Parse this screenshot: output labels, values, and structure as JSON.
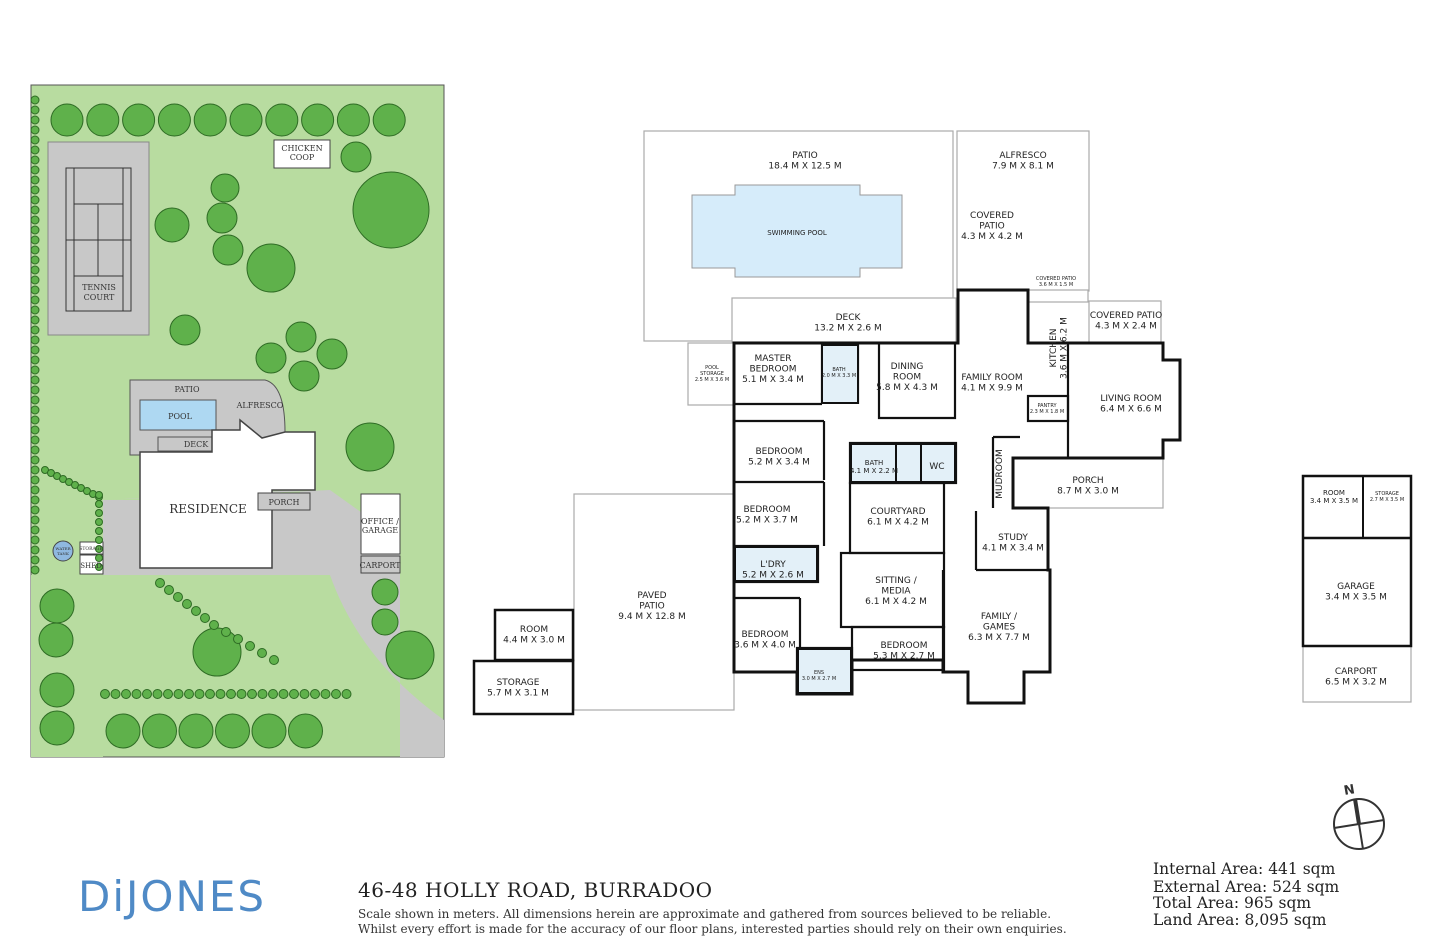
{
  "colors": {
    "lawn": "#b8dca0",
    "tree": "#5fb14b",
    "paving": "#c8c8c8",
    "pool": "#aed8f2",
    "wet_area": "#e3f0f8",
    "brand": "#4f8ac6"
  },
  "site_plan": {
    "labels": {
      "chicken_coop": [
        "CHICKEN",
        "COOP"
      ],
      "tennis_court": [
        "TENNIS",
        "COURT"
      ],
      "patio": "PATIO",
      "pool": "POOL",
      "alfresco": "ALFRESCO",
      "deck": "DECK",
      "residence": "RESIDENCE",
      "porch": "PORCH",
      "office_garage": [
        "OFFICE /",
        "GARAGE"
      ],
      "carport": "CARPORT",
      "water_tank": [
        "WATER",
        "TANK"
      ],
      "storage": "STORAGE",
      "shed": "SHED"
    }
  },
  "floor_plan": {
    "rooms": [
      {
        "name": [
          "PATIO"
        ],
        "dims": "18.4 M X 12.5 M"
      },
      {
        "name": [
          "SWIMMING POOL"
        ],
        "dims": ""
      },
      {
        "name": [
          "ALFRESCO"
        ],
        "dims": "7.9 M X 8.1 M"
      },
      {
        "name": [
          "COVERED",
          "PATIO"
        ],
        "dims": "4.3 M X 4.2 M"
      },
      {
        "name": [
          "COVERED PATIO"
        ],
        "dims": "3.6 M X 1.5 M"
      },
      {
        "name": [
          "DECK"
        ],
        "dims": "13.2 M X 2.6 M"
      },
      {
        "name": [
          "POOL",
          "STORAGE"
        ],
        "dims": "2.5 M X 3.6 M"
      },
      {
        "name": [
          "MASTER",
          "BEDROOM"
        ],
        "dims": "5.1 M X 3.4 M"
      },
      {
        "name": [
          "BATH"
        ],
        "dims": "2.0 M X 3.3 M"
      },
      {
        "name": [
          "DINING",
          "ROOM"
        ],
        "dims": "5.8 M X 4.3 M"
      },
      {
        "name": [
          "FAMILY ROOM"
        ],
        "dims": "4.1 M X 9.9 M"
      },
      {
        "name": [
          "KITCHEN"
        ],
        "dims": "3.6 M X 6.2 M"
      },
      {
        "name": [
          "COVERED PATIO"
        ],
        "dims": "4.3 M X 2.4 M"
      },
      {
        "name": [
          "LIVING ROOM"
        ],
        "dims": "6.4 M X 6.6 M"
      },
      {
        "name": [
          "PANTRY"
        ],
        "dims": "2.3 M X 1.8 M"
      },
      {
        "name": [
          "BEDROOM"
        ],
        "dims": "5.2 M X 3.4 M"
      },
      {
        "name": [
          "BATH"
        ],
        "dims": "4.1 M X 2.2 M"
      },
      {
        "name": [
          "WC"
        ],
        "dims": ""
      },
      {
        "name": [
          "MUDROOM"
        ],
        "dims": ""
      },
      {
        "name": [
          "PORCH"
        ],
        "dims": "8.7 M X 3.0 M"
      },
      {
        "name": [
          "BEDROOM"
        ],
        "dims": "5.2 M X 3.7 M"
      },
      {
        "name": [
          "COURTYARD"
        ],
        "dims": "6.1 M X 4.2 M"
      },
      {
        "name": [
          "STUDY"
        ],
        "dims": "4.1 M X 3.4 M"
      },
      {
        "name": [
          "L'DRY"
        ],
        "dims": "5.2 M X 2.6 M"
      },
      {
        "name": [
          "SITTING /",
          "MEDIA"
        ],
        "dims": "6.1 M X 4.2 M"
      },
      {
        "name": [
          "FAMILY /",
          "GAMES"
        ],
        "dims": "6.3 M X 7.7 M"
      },
      {
        "name": [
          "PAVED",
          "PATIO"
        ],
        "dims": "9.4 M X 12.8 M"
      },
      {
        "name": [
          "ROOM"
        ],
        "dims": "4.4 M X 3.0 M"
      },
      {
        "name": [
          "STORAGE"
        ],
        "dims": "5.7 M X 3.1 M"
      },
      {
        "name": [
          "BEDROOM"
        ],
        "dims": "3.6 M X 4.0 M"
      },
      {
        "name": [
          "BEDROOM"
        ],
        "dims": "5.3 M X 2.7 M"
      },
      {
        "name": [
          "ENS"
        ],
        "dims": "3.0 M X 2.7 M"
      },
      {
        "name": [
          "ROOM"
        ],
        "dims": "3.4 M X 3.5 M"
      },
      {
        "name": [
          "STORAGE"
        ],
        "dims": "2.7 M X 3.5 M"
      },
      {
        "name": [
          "GARAGE"
        ],
        "dims": "3.4 M X 3.5 M"
      },
      {
        "name": [
          "CARPORT"
        ],
        "dims": "6.5 M X 3.2 M"
      }
    ]
  },
  "compass": {
    "label": "N",
    "icon": "north-arrow-icon"
  },
  "footer": {
    "brand": "DiJONES",
    "address": "46-48 HOLLY ROAD, BURRADOO",
    "disclaimer_1": "Scale shown in meters. All dimensions herein are approximate and gathered from sources believed to be reliable.",
    "disclaimer_2": "Whilst every effort is made for the accuracy of our floor plans, interested parties should rely on their own enquiries.",
    "internal_area": "Internal Area: 441 sqm",
    "external_area": "External Area: 524 sqm",
    "total_area": "Total Area: 965 sqm",
    "land_area": "Land Area: 8,095 sqm"
  }
}
